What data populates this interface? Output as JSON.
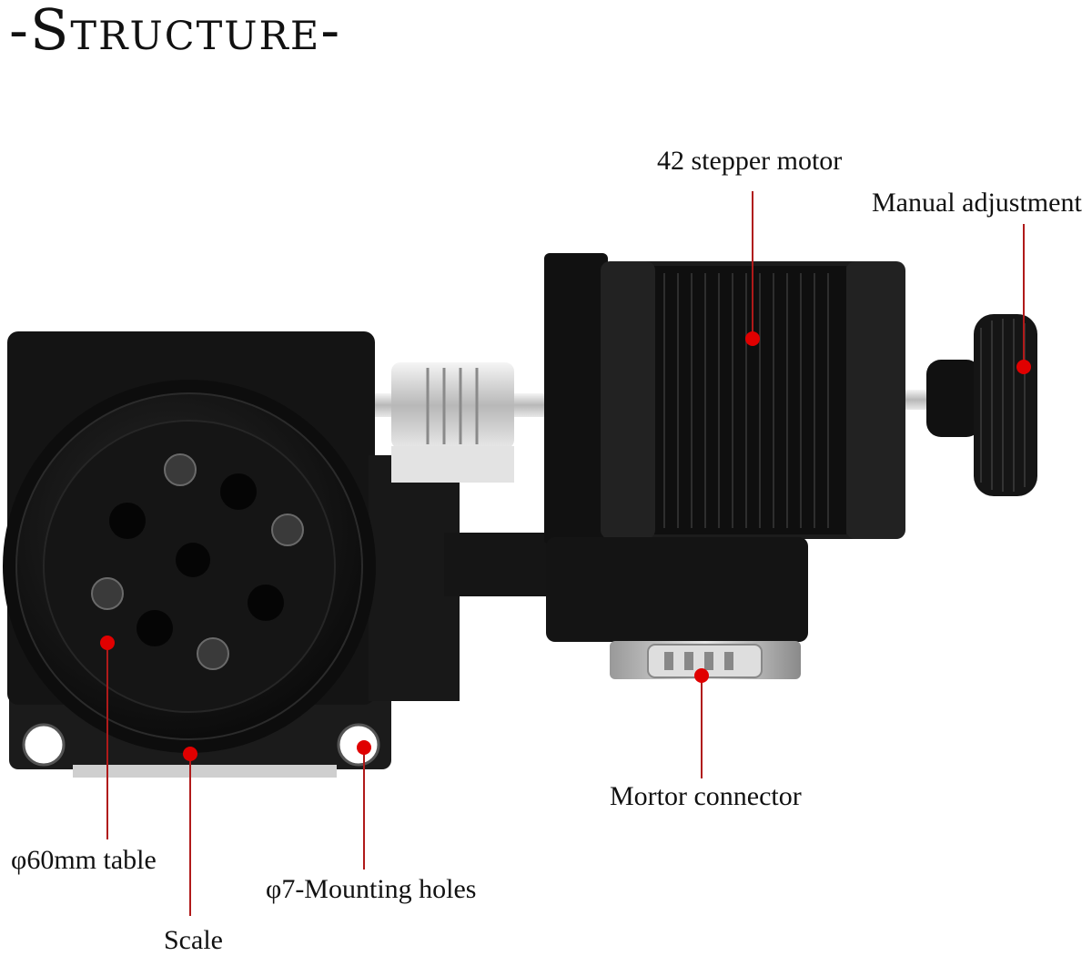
{
  "title": "-Structure-",
  "labels": {
    "stepper_motor": "42 stepper motor",
    "manual_adjustment": "Manual adjustment",
    "motor_connector": "Mortor connector",
    "table": "φ60mm table",
    "mounting_holes": "φ7-Mounting holes",
    "scale": "Scale"
  },
  "colors": {
    "callout_dot": "#e00000",
    "leader_line": "#b01a1a",
    "body": "#1a1a1a"
  }
}
